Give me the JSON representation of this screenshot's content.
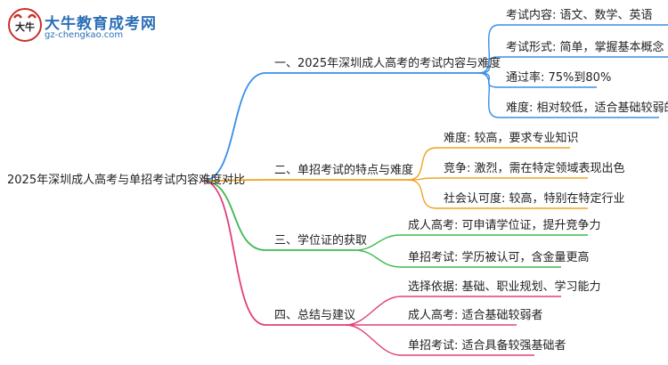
{
  "brand": {
    "name": "大牛教育成考网",
    "url": "gz-chengkao.com",
    "logo_text": "大牛"
  },
  "root": {
    "label": "2025年深圳成人高考与单招考试内容难度对比"
  },
  "branches": [
    {
      "label": "一、2025年深圳成人高考的考试内容与难度",
      "color": "#3a8ee6",
      "leaves": [
        "考试内容: 语文、数学、英语",
        "考试形式: 简单，掌握基本概念",
        "通过率: 75%到80%",
        "难度: 相对较低，适合基础较弱的考生"
      ]
    },
    {
      "label": "二、单招考试的特点与难度",
      "color": "#f0a31e",
      "leaves": [
        "难度: 较高，要求专业知识",
        "竞争: 激烈，需在特定领域表现出色",
        "社会认可度: 较高，特别在特定行业"
      ]
    },
    {
      "label": "三、学位证的获取",
      "color": "#3fb950",
      "leaves": [
        "成人高考: 可申请学位证，提升竞争力",
        "单招考试: 学历被认可，含金量更高"
      ]
    },
    {
      "label": "四、总结与建议",
      "color": "#e0407a",
      "leaves": [
        "选择依据: 基础、职业规划、学习能力",
        "成人高考: 适合基础较弱者",
        "单招考试: 适合具备较强基础者"
      ]
    }
  ]
}
